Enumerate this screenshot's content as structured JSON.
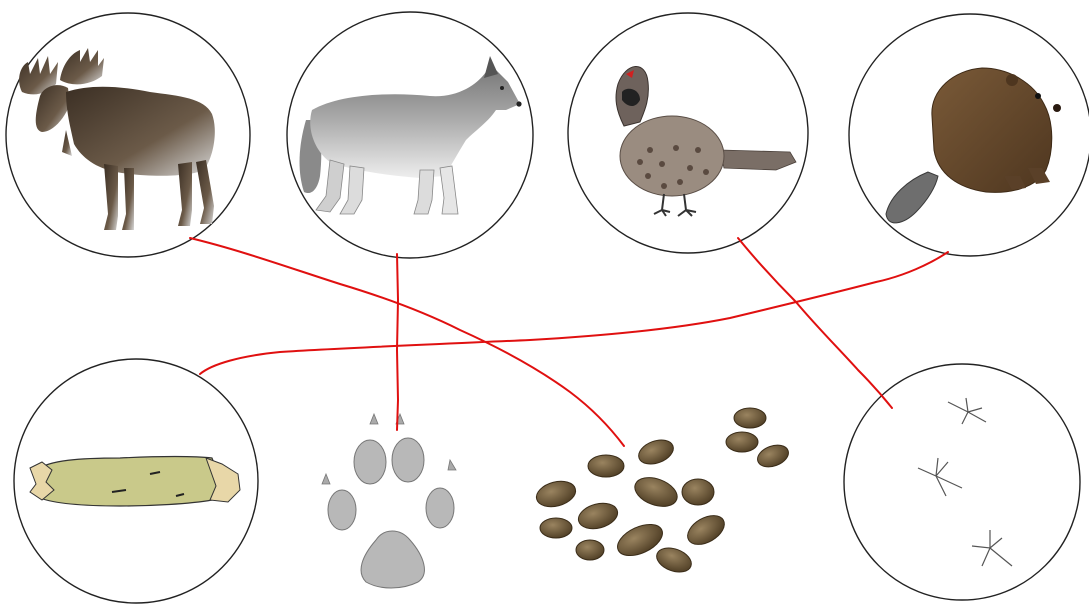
{
  "animals": [
    {
      "name": "moose",
      "icon": "moose-icon"
    },
    {
      "name": "wolf",
      "icon": "wolf-icon"
    },
    {
      "name": "grouse",
      "icon": "grouse-icon"
    },
    {
      "name": "beaver",
      "icon": "beaver-icon"
    }
  ],
  "signs": [
    {
      "name": "gnawed-log",
      "icon": "gnawed-log-icon"
    },
    {
      "name": "paw-print",
      "icon": "paw-print-icon"
    },
    {
      "name": "droppings",
      "icon": "droppings-icon"
    },
    {
      "name": "bird-tracks",
      "icon": "bird-tracks-icon"
    }
  ],
  "matches": [
    {
      "animal": "moose",
      "sign": "droppings"
    },
    {
      "animal": "wolf",
      "sign": "paw-print"
    },
    {
      "animal": "grouse",
      "sign": "bird-tracks"
    },
    {
      "animal": "beaver",
      "sign": "gnawed-log"
    }
  ],
  "colors": {
    "line": "#e01010",
    "circle": "#222222",
    "moose": "#4a3b2c",
    "wolf": "#8a8a8a",
    "grouse": "#7a6e66",
    "beaver": "#6a4a2c",
    "log": "#c9c98a",
    "paw": "#b8b8b8",
    "droppings": "#6b5638"
  }
}
